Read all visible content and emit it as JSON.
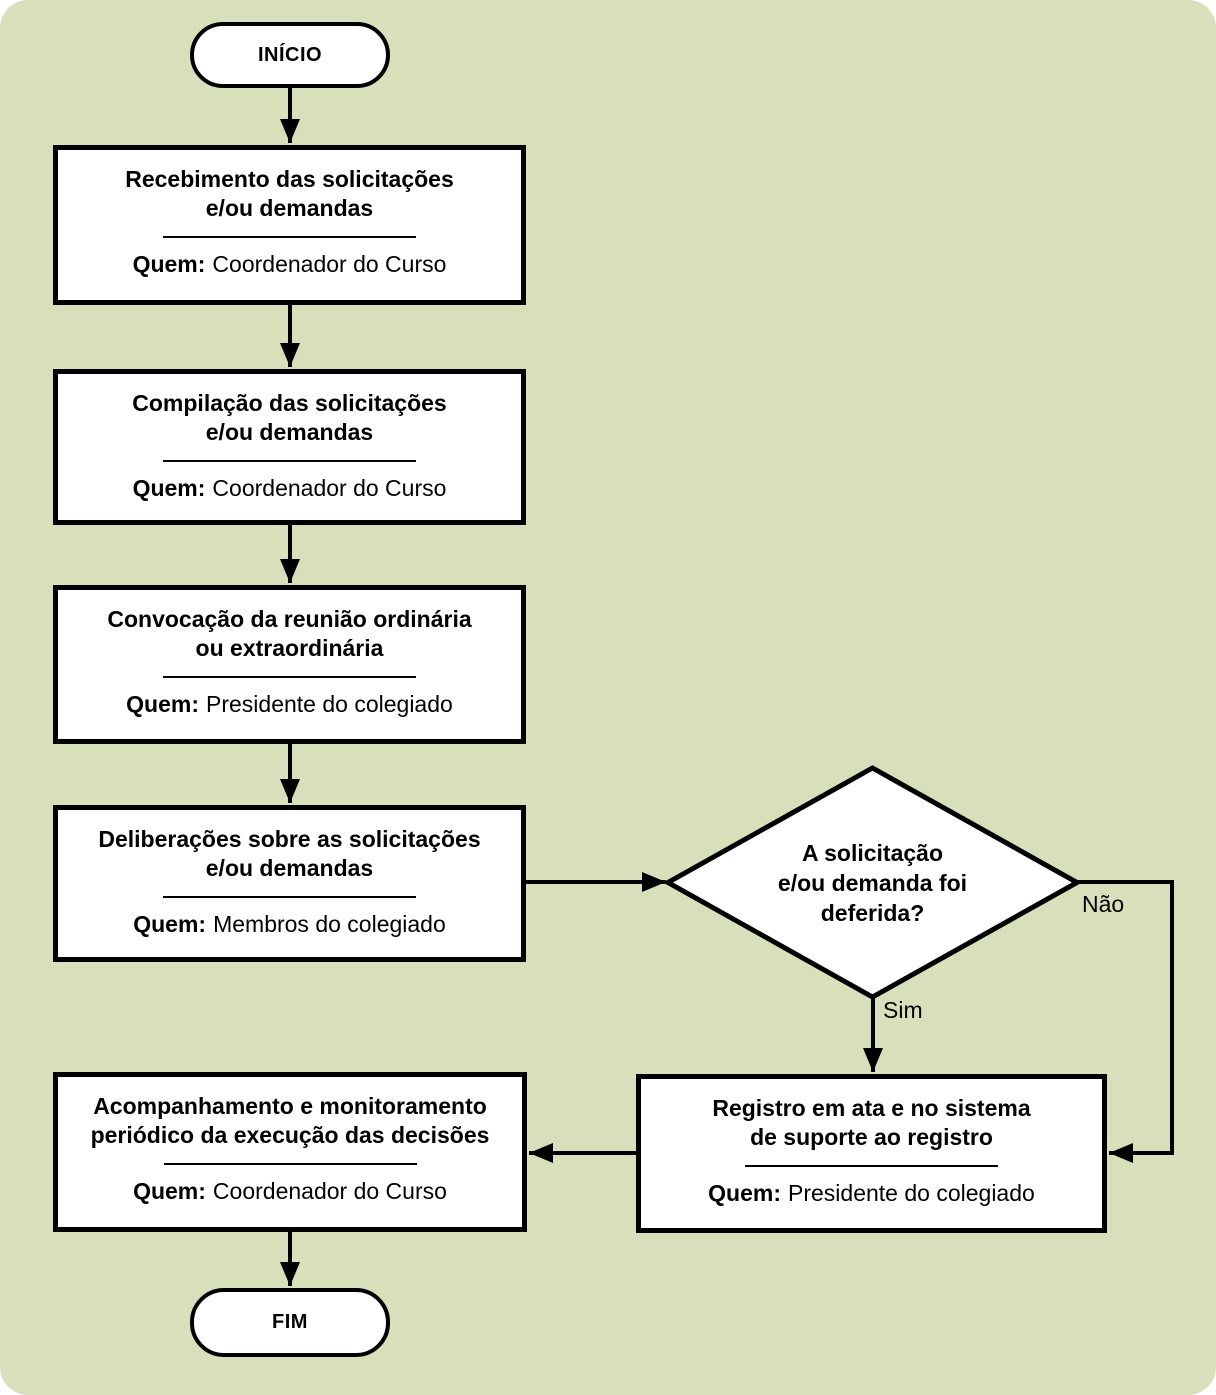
{
  "colors": {
    "canvas_background": "#d7e0bb",
    "node_fill": "#ffffff",
    "line_color": "#000000"
  },
  "flow": {
    "start": {
      "label": "INÍCIO"
    },
    "steps": [
      {
        "lines": [
          "Recebimento das solicitações",
          "e/ou demandas"
        ],
        "who_label": "Quem:",
        "who": "Coordenador do Curso"
      },
      {
        "lines": [
          "Compilação das solicitações",
          "e/ou demandas"
        ],
        "who_label": "Quem:",
        "who": "Coordenador do Curso"
      },
      {
        "lines": [
          "Convocação da reunião ordinária",
          "ou extraordinária"
        ],
        "who_label": "Quem:",
        "who": "Presidente do colegiado"
      },
      {
        "lines": [
          "Deliberações sobre as solicitações",
          "e/ou demandas"
        ],
        "who_label": "Quem:",
        "who": "Membros do colegiado"
      },
      {
        "lines": [
          "Registro em ata e no sistema",
          "de suporte ao registro"
        ],
        "who_label": "Quem:",
        "who": "Presidente do colegiado"
      },
      {
        "lines": [
          "Acompanhamento e monitoramento",
          "periódico da execução das decisões"
        ],
        "who_label": "Quem:",
        "who": "Coordenador do Curso"
      }
    ],
    "decision": {
      "lines": [
        "A solicitação",
        "e/ou demanda foi",
        "deferida?"
      ],
      "no_label": "Não",
      "yes_label": "Sim"
    },
    "end": {
      "label": "FIM"
    }
  }
}
